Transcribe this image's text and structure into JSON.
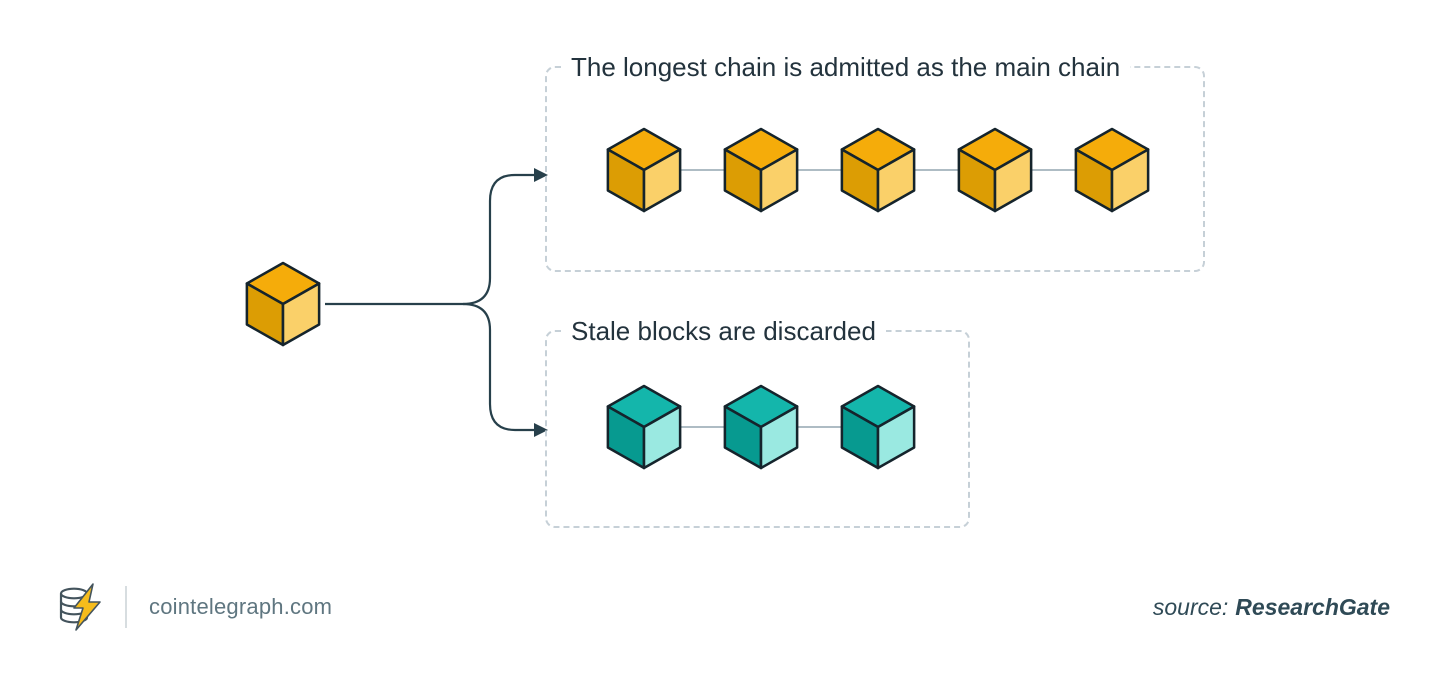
{
  "diagram": {
    "genesis": {
      "block_count": 1,
      "colors": {
        "top": "#F5AC0A",
        "left": "#DC9D04",
        "right": "#FAD069",
        "stroke": "#15242C"
      }
    },
    "main_chain": {
      "label": "The longest chain is admitted as the main chain",
      "block_count": 5,
      "colors": {
        "top": "#F5AC0A",
        "left": "#DC9D04",
        "right": "#FAD069",
        "stroke": "#15242C"
      }
    },
    "stale_chain": {
      "label": "Stale blocks are discarded",
      "block_count": 3,
      "colors": {
        "top": "#14B6AB",
        "left": "#079A90",
        "right": "#9AE9E1",
        "stroke": "#15242C"
      }
    },
    "arrow_color": "#27404B",
    "link_line_color": "#AEBCC4",
    "box_border_color": "#C6D0D7"
  },
  "footer": {
    "logo_icon": "cointelegraph-coin-lightning-logo",
    "site": "cointelegraph.com",
    "source_label": "source:",
    "source_name": "ResearchGate"
  }
}
